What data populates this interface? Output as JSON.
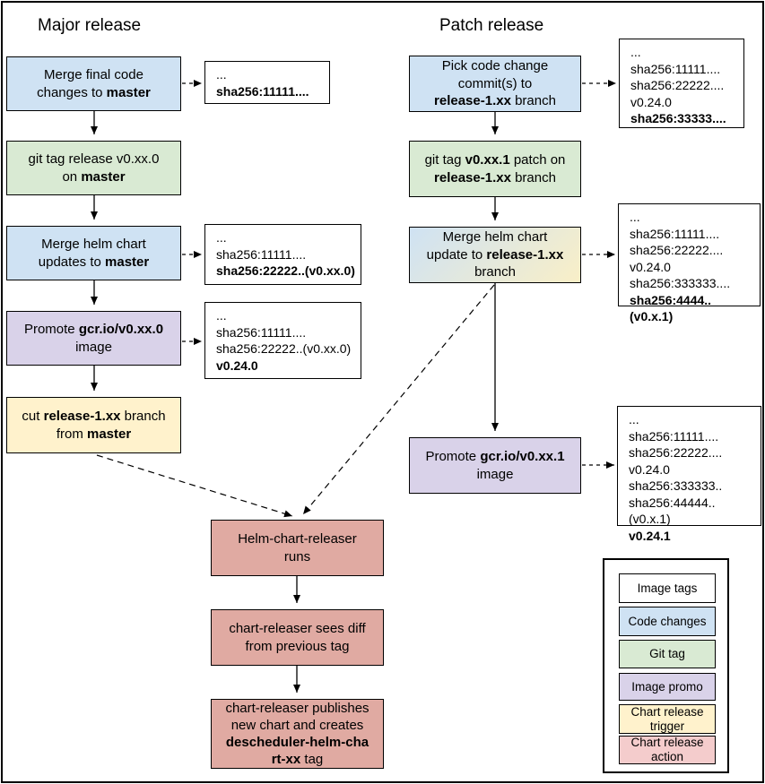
{
  "titles": {
    "major": "Major release",
    "patch": "Patch release"
  },
  "palette": {
    "code_changes": "#cfe2f3",
    "git_tag": "#d9ead3",
    "image_promo": "#d9d2e9",
    "chart_release_trigger": "#fff2cc",
    "chart_release_action_flow": "#e0aaa2",
    "chart_release_action_legend": "#f4cccc",
    "image_tags": "#ffffff",
    "merge_helm_patch_gradient": "linear-gradient(135deg, #cfe2f3 0%, #f9efc7 100%)",
    "line": "#000000"
  },
  "nodes": {
    "merge_final_code": {
      "lines": [
        [
          {
            "t": "Merge final code"
          }
        ],
        [
          {
            "t": "changes to "
          },
          {
            "t": "master",
            "b": true
          }
        ]
      ]
    },
    "git_tag_major": {
      "lines": [
        [
          {
            "t": "git tag release v0.xx.0"
          }
        ],
        [
          {
            "t": "on "
          },
          {
            "t": "master",
            "b": true
          }
        ]
      ]
    },
    "merge_helm_major": {
      "lines": [
        [
          {
            "t": "Merge helm chart"
          }
        ],
        [
          {
            "t": "updates to "
          },
          {
            "t": "master",
            "b": true
          }
        ]
      ]
    },
    "promote_major": {
      "lines": [
        [
          {
            "t": "Promote "
          },
          {
            "t": "gcr.io/v0.xx.0",
            "b": true
          }
        ],
        [
          {
            "t": "image"
          }
        ]
      ]
    },
    "cut_release_branch": {
      "lines": [
        [
          {
            "t": "cut "
          },
          {
            "t": "release-1.xx",
            "b": true
          },
          {
            "t": " branch"
          }
        ],
        [
          {
            "t": "from "
          },
          {
            "t": "master",
            "b": true
          }
        ]
      ]
    },
    "pick_code_change": {
      "lines": [
        [
          {
            "t": "Pick code change"
          }
        ],
        [
          {
            "t": "commit(s) to"
          }
        ],
        [
          {
            "t": "release-1.xx",
            "b": true
          },
          {
            "t": " branch"
          }
        ]
      ]
    },
    "git_tag_patch": {
      "lines": [
        [
          {
            "t": "git tag "
          },
          {
            "t": "v0.xx.1",
            "b": true
          },
          {
            "t": " patch on"
          }
        ],
        [
          {
            "t": "release-1.xx",
            "b": true
          },
          {
            "t": " branch"
          }
        ]
      ]
    },
    "merge_helm_patch": {
      "lines": [
        [
          {
            "t": "Merge helm chart"
          }
        ],
        [
          {
            "t": "update to "
          },
          {
            "t": "release-1.xx",
            "b": true
          }
        ],
        [
          {
            "t": "branch"
          }
        ]
      ]
    },
    "promote_patch": {
      "lines": [
        [
          {
            "t": "Promote "
          },
          {
            "t": "gcr.io/v0.xx.1",
            "b": true
          }
        ],
        [
          {
            "t": "image"
          }
        ]
      ]
    },
    "helm_releaser_runs": {
      "lines": [
        [
          {
            "t": "Helm-chart-releaser"
          }
        ],
        [
          {
            "t": "runs"
          }
        ]
      ]
    },
    "sees_diff": {
      "lines": [
        [
          {
            "t": "chart-releaser sees diff"
          }
        ],
        [
          {
            "t": "from previous tag"
          }
        ]
      ]
    },
    "publishes_chart": {
      "lines": [
        [
          {
            "t": "chart-releaser publishes"
          }
        ],
        [
          {
            "t": "new chart and creates"
          }
        ],
        [
          {
            "t": "descheduler-helm-cha",
            "b": true
          }
        ],
        [
          {
            "t": "rt-xx",
            "b": true
          },
          {
            "t": " tag"
          }
        ]
      ]
    }
  },
  "sha_boxes": {
    "s1": {
      "lines": [
        [
          {
            "t": "..."
          }
        ],
        [
          {
            "t": "sha256:11111....",
            "b": true
          }
        ]
      ]
    },
    "s2": {
      "lines": [
        [
          {
            "t": "..."
          }
        ],
        [
          {
            "t": "sha256:11111...."
          }
        ],
        [
          {
            "t": "sha256:22222..(v0.xx.0)",
            "b": true
          }
        ]
      ]
    },
    "s3": {
      "lines": [
        [
          {
            "t": "..."
          }
        ],
        [
          {
            "t": "sha256:11111...."
          }
        ],
        [
          {
            "t": "sha256:22222..(v0.xx.0)"
          }
        ],
        [
          {
            "t": "v0.24.0",
            "b": true
          }
        ]
      ]
    },
    "s4": {
      "lines": [
        [
          {
            "t": "..."
          }
        ],
        [
          {
            "t": "sha256:11111...."
          }
        ],
        [
          {
            "t": "sha256:22222...."
          }
        ],
        [
          {
            "t": "v0.24.0"
          }
        ],
        [
          {
            "t": "sha256:33333....",
            "b": true
          }
        ]
      ]
    },
    "s5": {
      "lines": [
        [
          {
            "t": "..."
          }
        ],
        [
          {
            "t": "sha256:11111...."
          }
        ],
        [
          {
            "t": "sha256:22222...."
          }
        ],
        [
          {
            "t": "v0.24.0"
          }
        ],
        [
          {
            "t": "sha256:333333...."
          }
        ],
        [
          {
            "t": "sha256:4444..(v0.x.1)",
            "b": true
          }
        ]
      ]
    },
    "s6": {
      "lines": [
        [
          {
            "t": "..."
          }
        ],
        [
          {
            "t": "sha256:11111...."
          }
        ],
        [
          {
            "t": "sha256:22222...."
          }
        ],
        [
          {
            "t": "v0.24.0"
          }
        ],
        [
          {
            "t": "sha256:333333.."
          }
        ],
        [
          {
            "t": "sha256:44444..(v0.x.1)"
          }
        ],
        [
          {
            "t": "v0.24.1",
            "b": true
          }
        ]
      ]
    }
  },
  "legend": {
    "items": [
      {
        "name": "image-tags",
        "lines": [
          [
            {
              "t": "Image tags"
            }
          ]
        ],
        "color": "#ffffff"
      },
      {
        "name": "code-changes",
        "lines": [
          [
            {
              "t": "Code changes"
            }
          ]
        ],
        "color": "#cfe2f3"
      },
      {
        "name": "git-tag",
        "lines": [
          [
            {
              "t": "Git tag"
            }
          ]
        ],
        "color": "#d9ead3"
      },
      {
        "name": "image-promo",
        "lines": [
          [
            {
              "t": "Image promo"
            }
          ]
        ],
        "color": "#d9d2e9"
      },
      {
        "name": "chart-release-trigger",
        "lines": [
          [
            {
              "t": "Chart release"
            }
          ],
          [
            {
              "t": "trigger"
            }
          ]
        ],
        "color": "#fff2cc"
      },
      {
        "name": "chart-release-action",
        "lines": [
          [
            {
              "t": "Chart release"
            }
          ],
          [
            {
              "t": "action"
            }
          ]
        ],
        "color": "#f4cccc"
      }
    ]
  }
}
